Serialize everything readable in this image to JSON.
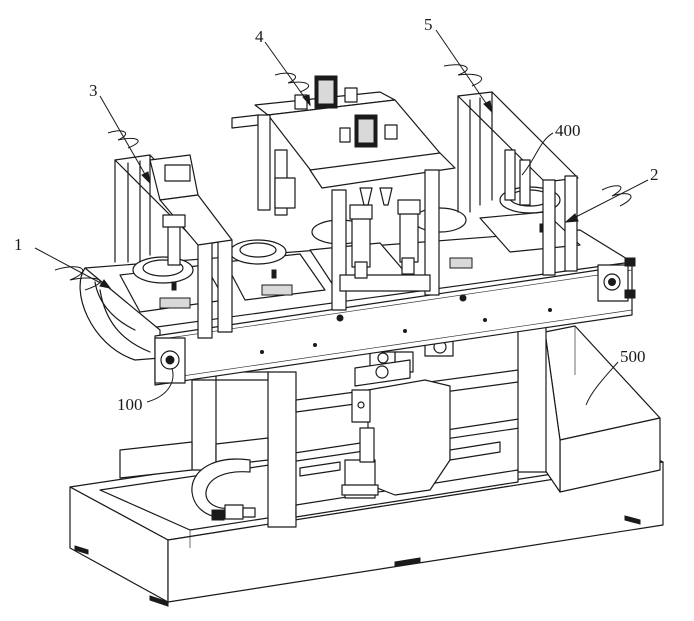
{
  "labels": {
    "l1": "1",
    "l2": "2",
    "l3": "3",
    "l4": "4",
    "l5": "5",
    "l100": "100",
    "l400": "400",
    "l500": "500"
  }
}
